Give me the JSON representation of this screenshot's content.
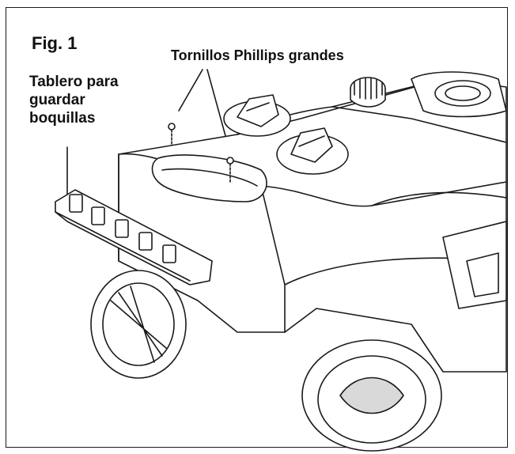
{
  "figure": {
    "label": "Fig. 1"
  },
  "callouts": {
    "screws": "Tornillos Phillips grandes",
    "nozzle_holder": "Tablero para\nguardar\nboquillas"
  },
  "colors": {
    "line": "#1a1a1a",
    "background": "#ffffff",
    "shade": "#d9d9d9"
  }
}
